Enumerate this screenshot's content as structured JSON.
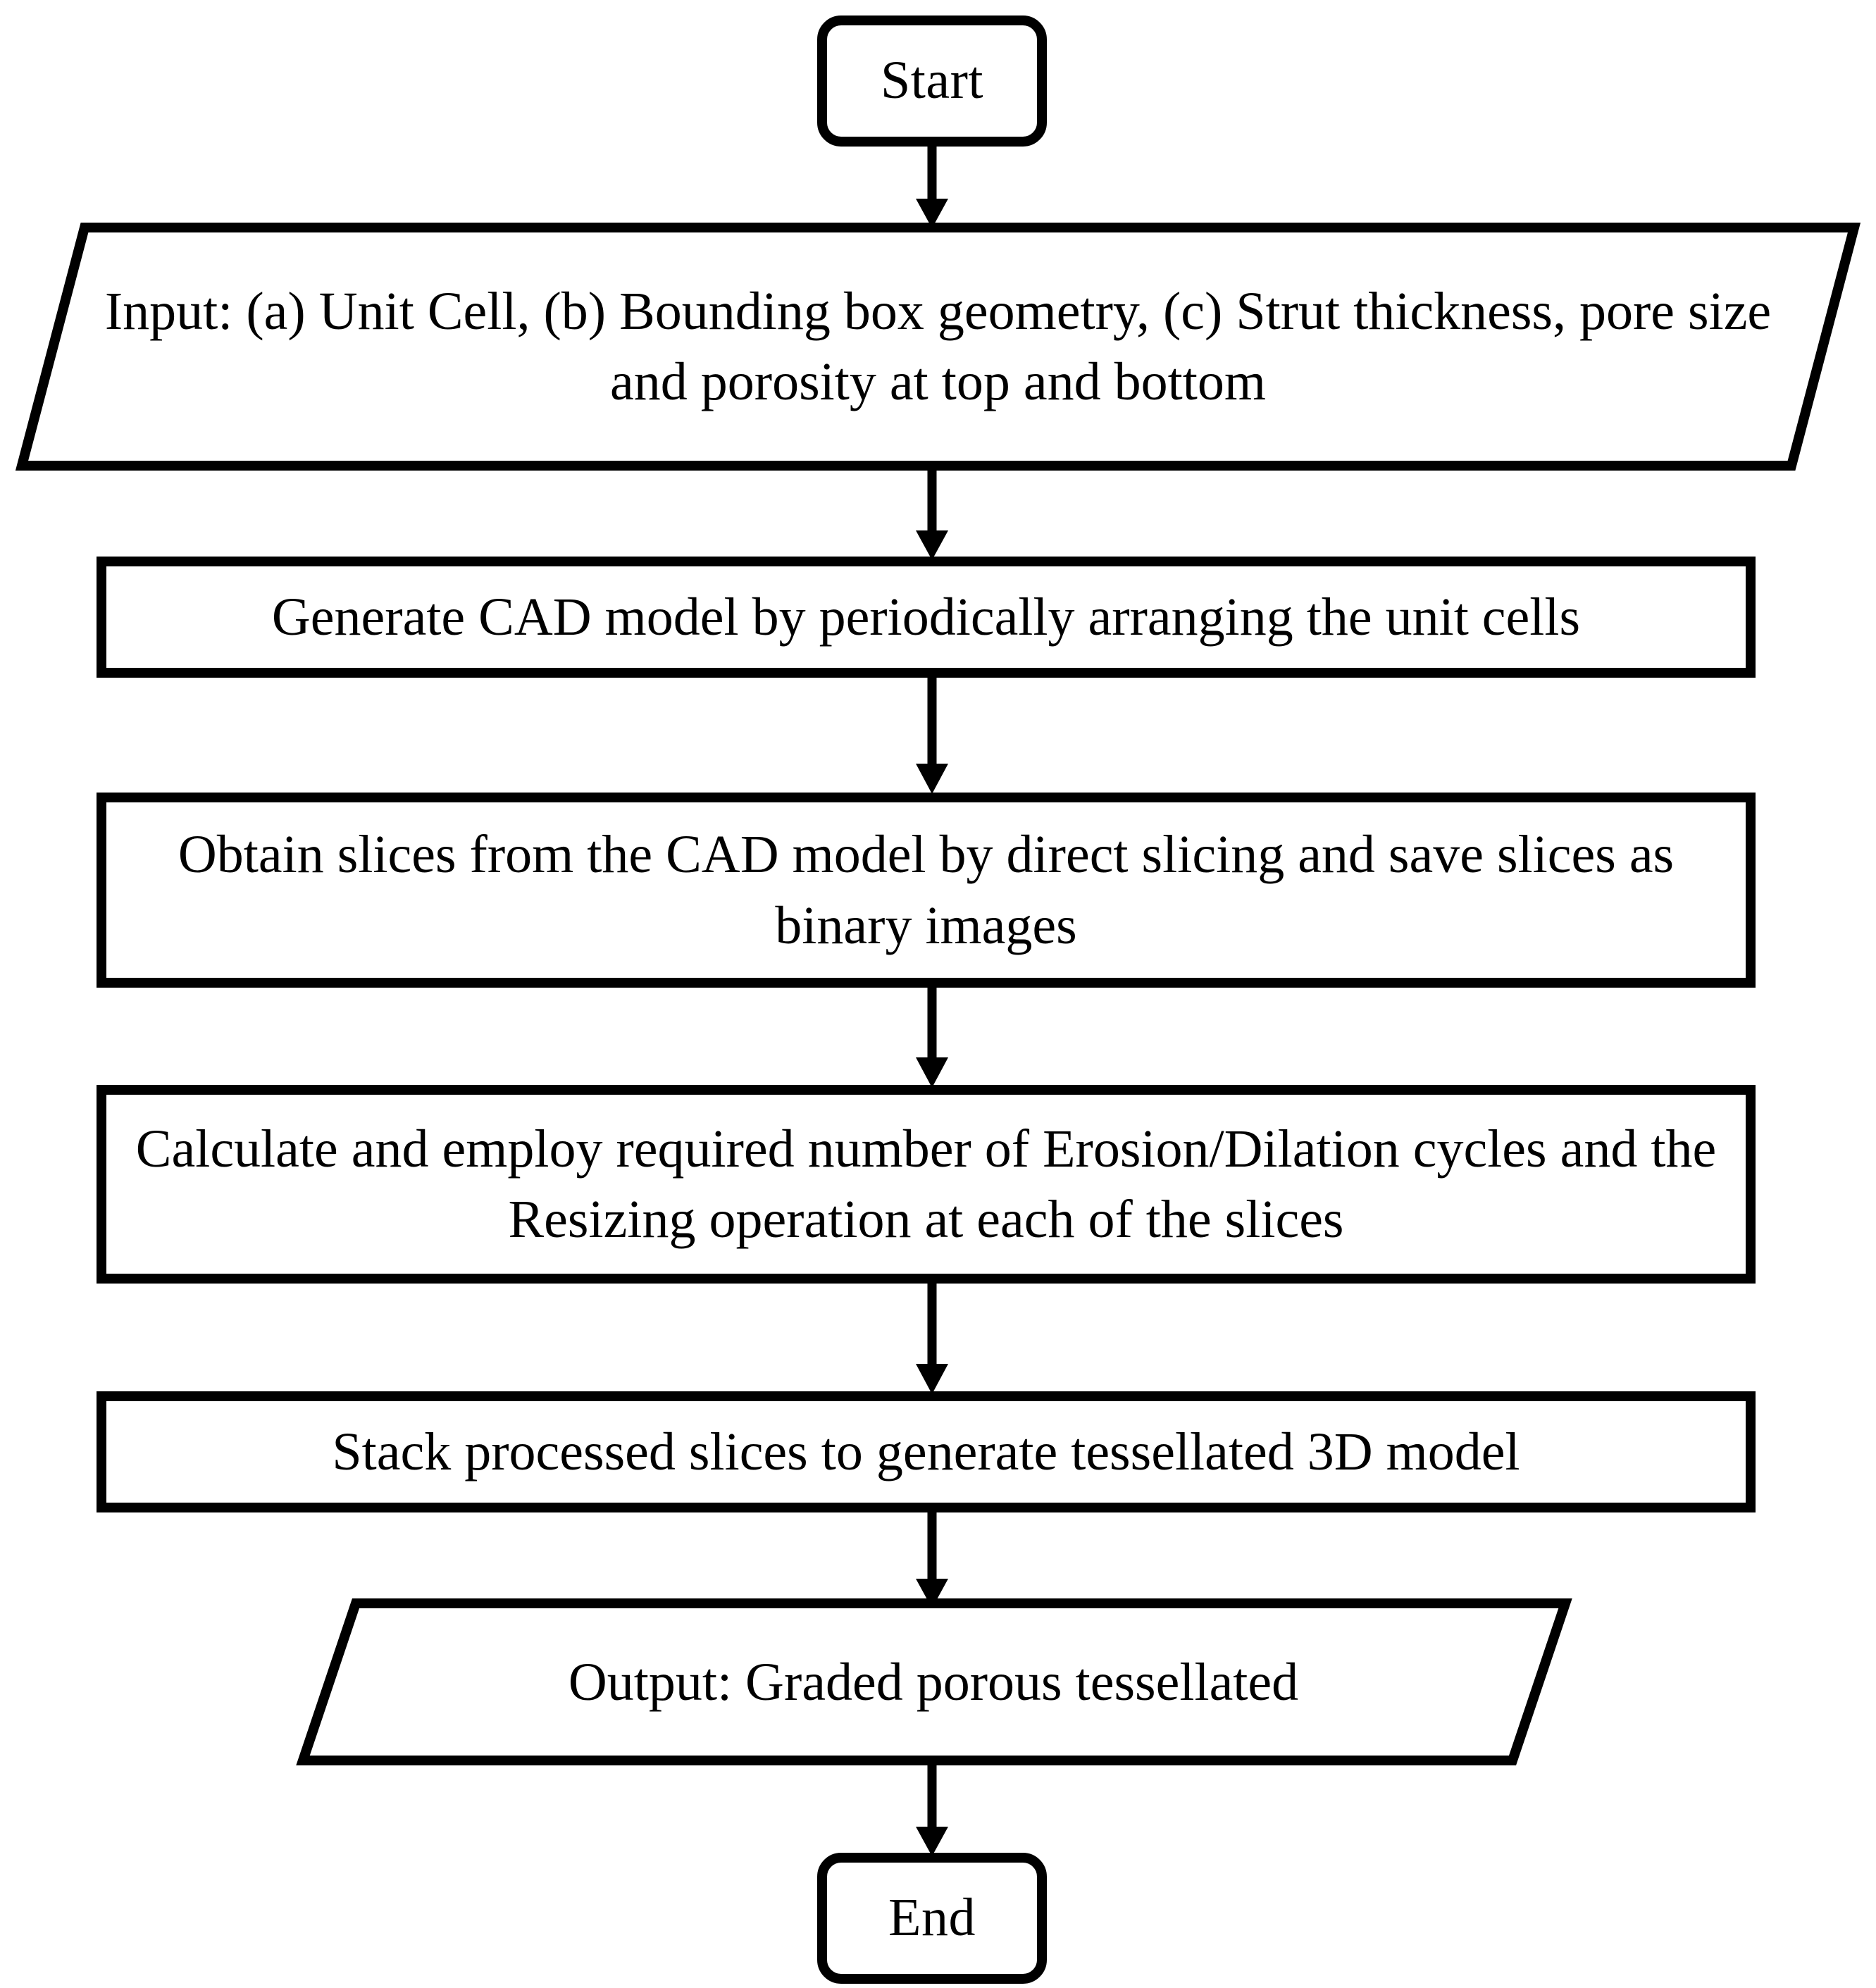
{
  "diagram": {
    "title": "Graded porous tessellated model generation workflow",
    "stroke_color": "#000000",
    "background_color": "#ffffff",
    "nodes": [
      {
        "id": "start",
        "type": "terminator",
        "label": "Start"
      },
      {
        "id": "input",
        "type": "io",
        "label": "Input: (a) Unit Cell, (b) Bounding box geometry, (c) Strut thickness, pore size and porosity at top and bottom",
        "line1": "Input: (a) Unit Cell, (b) Bounding box geometry, (c)",
        "line2": "Strut thickness, pore size and porosity at top and bottom"
      },
      {
        "id": "generate-cad",
        "type": "process",
        "label": "Generate CAD model by periodically arranging the unit cells"
      },
      {
        "id": "obtain-slices",
        "type": "process",
        "label": "Obtain slices from the CAD model by direct slicing and save slices as binary images",
        "line1": "Obtain slices from the CAD model by direct slicing",
        "line2": "and save slices as binary images"
      },
      {
        "id": "erosion-dilation",
        "type": "process",
        "label": "Calculate and employ required number of Erosion/Dilation cycles and the Resizing operation at each of the slices",
        "line1": "Calculate and employ required number of Erosion/Dilation",
        "line2": "cycles and the Resizing operation at each of the slices"
      },
      {
        "id": "stack-slices",
        "type": "process",
        "label": "Stack processed slices to generate tessellated 3D model"
      },
      {
        "id": "output",
        "type": "io",
        "label": "Output: Graded porous tessellated"
      },
      {
        "id": "end",
        "type": "terminator",
        "label": "End"
      }
    ],
    "edges": [
      {
        "from": "start",
        "to": "input"
      },
      {
        "from": "input",
        "to": "generate-cad"
      },
      {
        "from": "generate-cad",
        "to": "obtain-slices"
      },
      {
        "from": "obtain-slices",
        "to": "erosion-dilation"
      },
      {
        "from": "erosion-dilation",
        "to": "stack-slices"
      },
      {
        "from": "stack-slices",
        "to": "output"
      },
      {
        "from": "output",
        "to": "end"
      }
    ]
  }
}
